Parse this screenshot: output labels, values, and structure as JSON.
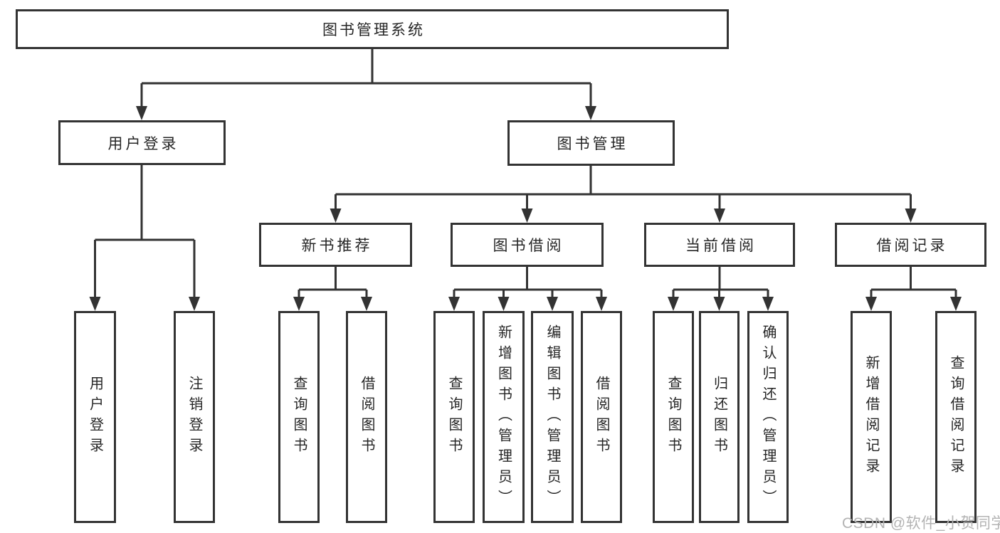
{
  "diagram": {
    "tree": {
      "root": {
        "label": "图书管理系统",
        "children": [
          {
            "label": "用户登录",
            "children": [
              {
                "label": "用户登录"
              },
              {
                "label": "注销登录"
              }
            ]
          },
          {
            "label": "图书管理",
            "children": [
              {
                "label": "新书推荐",
                "children": [
                  {
                    "label": "查询图书"
                  },
                  {
                    "label": "借阅图书"
                  }
                ]
              },
              {
                "label": "图书借阅",
                "children": [
                  {
                    "label": "查询图书"
                  },
                  {
                    "label": "新增图书（管理员）"
                  },
                  {
                    "label": "编辑图书（管理员）"
                  },
                  {
                    "label": "借阅图书"
                  }
                ]
              },
              {
                "label": "当前借阅",
                "children": [
                  {
                    "label": "查询图书"
                  },
                  {
                    "label": "归还图书"
                  },
                  {
                    "label": "确认归还（管理员）"
                  }
                ]
              },
              {
                "label": "借阅记录",
                "children": [
                  {
                    "label": "新增借阅记录"
                  },
                  {
                    "label": "查询借阅记录"
                  }
                ]
              }
            ]
          }
        ]
      }
    },
    "colors": {
      "line": "#333333",
      "text": "#262626",
      "background": "#ffffff",
      "watermark": "#b3b3b3"
    },
    "watermark": "CSDN @软件_小贺同学"
  }
}
